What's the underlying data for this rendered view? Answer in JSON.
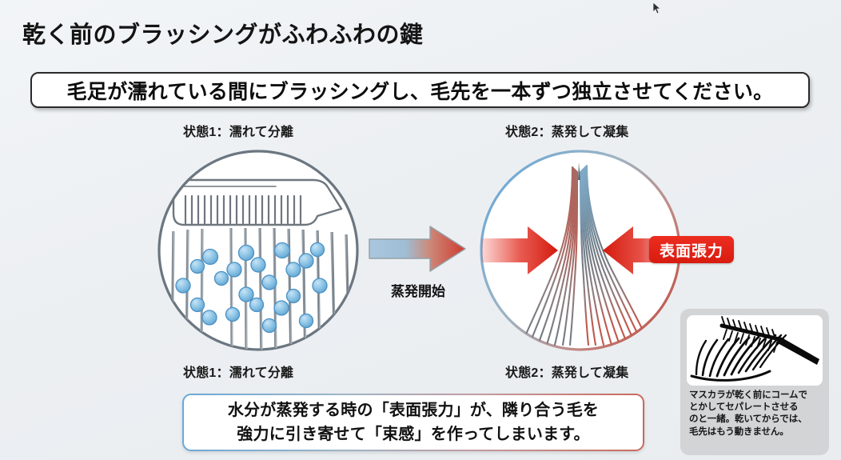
{
  "page": {
    "title": "乾く前のブラッシングがふわふわの鍵",
    "subtitle": "毛足が濡れている間にブラッシングし、毛先を一本ずつ独立させてください。",
    "background_color": "#eef1f4"
  },
  "diagram": {
    "left_state": {
      "caption_top": "状態1：濡れて分離",
      "caption_bottom": "状態1：濡れて分離",
      "circle_border_color": "#6b7680",
      "droplet_color": "#7fbce0",
      "droplet_count": 22,
      "strand_count": 13,
      "comb_icon": "comb-icon"
    },
    "middle": {
      "arrow_label": "蒸発開始",
      "arrow_gradient_from": "#8fb6d4",
      "arrow_gradient_to": "#d2413a",
      "arrow_icon": "right-arrow-icon"
    },
    "right_state": {
      "caption_top": "状態2：蒸発して凝集",
      "caption_bottom": "状態2：蒸発して凝集",
      "circle_border_from": "#6aa8d8",
      "circle_border_to": "#c2504a",
      "tension_badge_label": "表面張力",
      "tension_badge_color": "#e02016",
      "arrow_color": "#d8251a",
      "left_arrow_icon": "right-arrow-icon",
      "right_arrow_icon": "left-arrow-icon",
      "strand_count": 17
    }
  },
  "callout": {
    "line1": "水分が蒸発する時の「表面張力」が、隣り合う毛を",
    "line2": "強力に引き寄せて「束感」を作ってしまいます。",
    "border_from": "#6aa8d8",
    "border_to": "#c96a5c"
  },
  "inset": {
    "image_alt": "mascara-lash-comb-icon",
    "caption_line1": "マスカラが乾く前にコームで",
    "caption_line2": "とかしてセパレートさせる",
    "caption_line3": "のと一緒。乾いてからでは、",
    "caption_line4": "毛先はもう動きません。",
    "panel_color": "#d2d4d6"
  }
}
